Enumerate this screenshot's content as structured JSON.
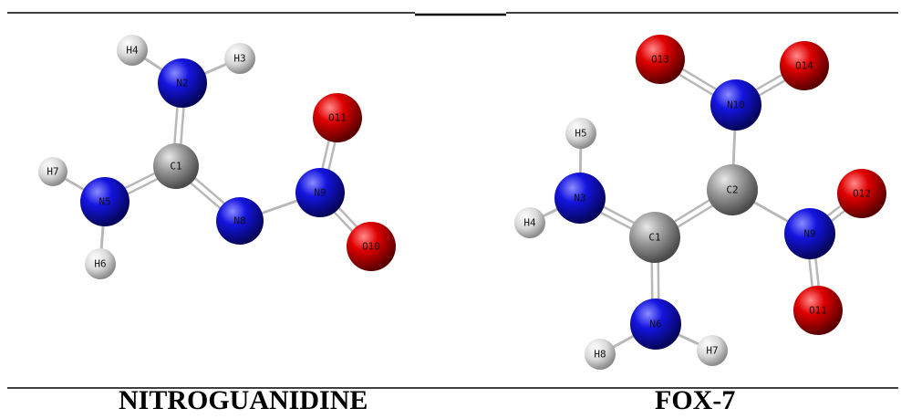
{
  "captions": {
    "left": "NITROGUANIDINE",
    "right": "FOX-7"
  },
  "colors": {
    "carbon": "#8a8a8a",
    "nitrogen": "#1010d8",
    "oxygen": "#e00000",
    "hydrogen": "#dcdcdc",
    "bond": "#b8b8b8",
    "rule": "#000000"
  },
  "molecules": [
    {
      "id": "nitroguanidine",
      "atoms": [
        {
          "label": "H4",
          "el": "H"
        },
        {
          "label": "H3",
          "el": "H"
        },
        {
          "label": "N2",
          "el": "N"
        },
        {
          "label": "C1",
          "el": "C"
        },
        {
          "label": "H7",
          "el": "H"
        },
        {
          "label": "N5",
          "el": "N"
        },
        {
          "label": "H6",
          "el": "H"
        },
        {
          "label": "N8",
          "el": "N"
        },
        {
          "label": "N9",
          "el": "N"
        },
        {
          "label": "O11",
          "el": "O"
        },
        {
          "label": "O10",
          "el": "O"
        }
      ]
    },
    {
      "id": "fox7",
      "atoms": [
        {
          "label": "O13",
          "el": "O"
        },
        {
          "label": "O14",
          "el": "O"
        },
        {
          "label": "N10",
          "el": "N"
        },
        {
          "label": "H5",
          "el": "H"
        },
        {
          "label": "C2",
          "el": "C"
        },
        {
          "label": "O12",
          "el": "O"
        },
        {
          "label": "N3",
          "el": "N"
        },
        {
          "label": "H4",
          "el": "H"
        },
        {
          "label": "C1",
          "el": "C"
        },
        {
          "label": "N9",
          "el": "N"
        },
        {
          "label": "O11",
          "el": "O"
        },
        {
          "label": "N6",
          "el": "N"
        },
        {
          "label": "H8",
          "el": "H"
        },
        {
          "label": "H7",
          "el": "H"
        }
      ]
    }
  ]
}
